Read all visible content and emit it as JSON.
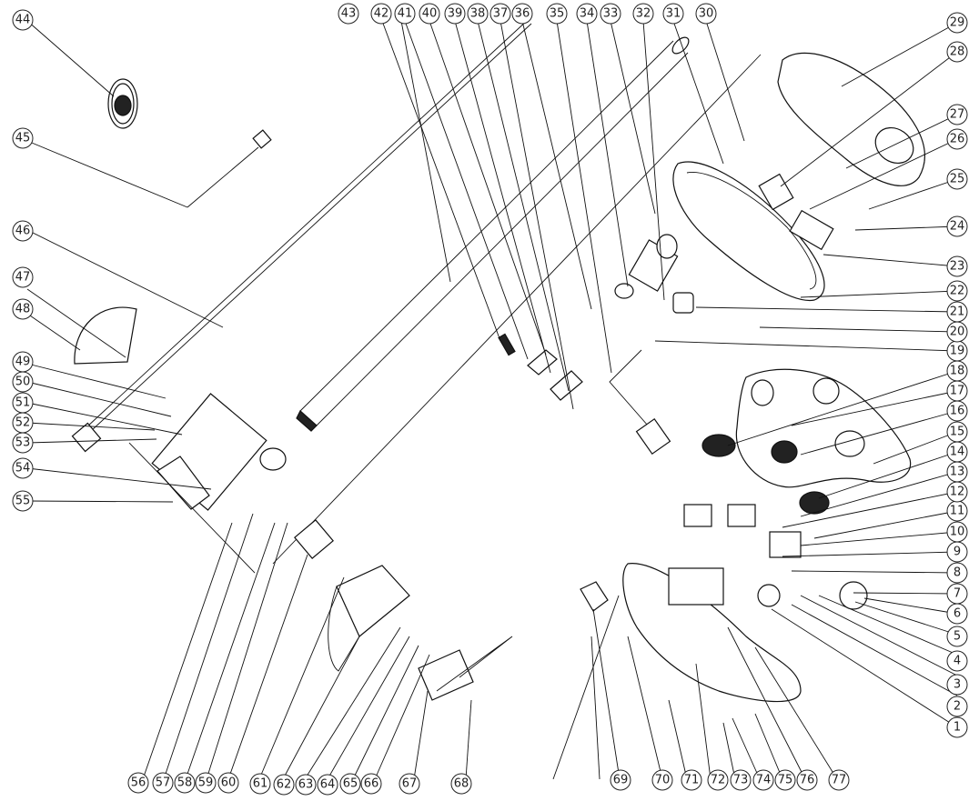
{
  "diagram": {
    "type": "exploded-parts-view",
    "subject": "trolling motor assembly",
    "background": "#ffffff",
    "line_color": "#111111"
  },
  "callouts": [
    {
      "id": "1"
    },
    {
      "id": "2"
    },
    {
      "id": "3"
    },
    {
      "id": "4"
    },
    {
      "id": "5"
    },
    {
      "id": "6"
    },
    {
      "id": "7"
    },
    {
      "id": "8"
    },
    {
      "id": "9"
    },
    {
      "id": "10"
    },
    {
      "id": "11"
    },
    {
      "id": "12"
    },
    {
      "id": "13"
    },
    {
      "id": "14"
    },
    {
      "id": "15"
    },
    {
      "id": "16"
    },
    {
      "id": "17"
    },
    {
      "id": "18"
    },
    {
      "id": "19"
    },
    {
      "id": "20"
    },
    {
      "id": "21"
    },
    {
      "id": "22"
    },
    {
      "id": "23"
    },
    {
      "id": "24"
    },
    {
      "id": "25"
    },
    {
      "id": "26"
    },
    {
      "id": "27"
    },
    {
      "id": "28"
    },
    {
      "id": "29"
    },
    {
      "id": "30"
    },
    {
      "id": "31"
    },
    {
      "id": "32"
    },
    {
      "id": "33"
    },
    {
      "id": "34"
    },
    {
      "id": "35"
    },
    {
      "id": "36"
    },
    {
      "id": "37"
    },
    {
      "id": "38"
    },
    {
      "id": "39"
    },
    {
      "id": "40"
    },
    {
      "id": "41"
    },
    {
      "id": "42"
    },
    {
      "id": "43"
    },
    {
      "id": "44"
    },
    {
      "id": "45"
    },
    {
      "id": "46"
    },
    {
      "id": "47"
    },
    {
      "id": "48"
    },
    {
      "id": "49"
    },
    {
      "id": "50"
    },
    {
      "id": "51"
    },
    {
      "id": "52"
    },
    {
      "id": "53"
    },
    {
      "id": "54"
    },
    {
      "id": "55"
    },
    {
      "id": "56"
    },
    {
      "id": "57"
    },
    {
      "id": "58"
    },
    {
      "id": "59"
    },
    {
      "id": "60"
    },
    {
      "id": "61"
    },
    {
      "id": "62"
    },
    {
      "id": "63"
    },
    {
      "id": "64"
    },
    {
      "id": "65"
    },
    {
      "id": "66"
    },
    {
      "id": "67"
    },
    {
      "id": "68"
    },
    {
      "id": "69"
    },
    {
      "id": "70"
    },
    {
      "id": "71"
    },
    {
      "id": "72"
    },
    {
      "id": "73"
    },
    {
      "id": "74"
    },
    {
      "id": "75"
    },
    {
      "id": "76"
    },
    {
      "id": "77"
    }
  ]
}
